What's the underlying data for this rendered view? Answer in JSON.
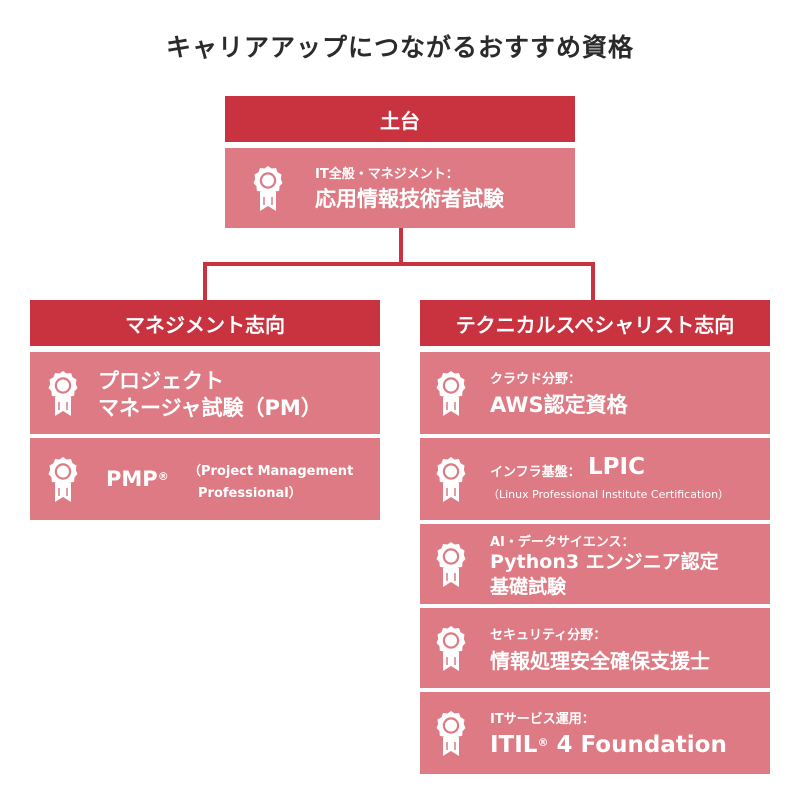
{
  "title": "キャリアアップにつながるおすすめ資格",
  "colors": {
    "header": "#c9333f",
    "card": "#dd7a83",
    "title": "#2b2b2b"
  },
  "icon": "medal-icon",
  "foundation": {
    "label": "土台",
    "card": {
      "sub": "IT全般・マネジメント：",
      "name": "応用情報技術者試験"
    }
  },
  "management": {
    "label": "マネジメント志向",
    "cards": [
      {
        "name_line1": "プロジェクト",
        "name_line2": "マネージャ試験（PM）"
      },
      {
        "name": "PMP",
        "reg": "®",
        "note_line1": "（Project Management",
        "note_line2": "Professional）"
      }
    ]
  },
  "technical": {
    "label": "テクニカルスペシャリスト志向",
    "cards": [
      {
        "sub": "クラウド分野：",
        "name": "AWS認定資格"
      },
      {
        "sub": "インフラ基盤：",
        "name": "LPIC",
        "note": "（Linux Professional Institute Certification）"
      },
      {
        "sub": "AI・データサイエンス：",
        "name_line1": "Python3 エンジニア認定",
        "name_line2": "基礎試験"
      },
      {
        "sub": "セキュリティ分野：",
        "name": "情報処理安全確保支援士"
      },
      {
        "sub": "ITサービス運用：",
        "name_pre": "ITIL",
        "reg": "®",
        "name_post": " 4 Foundation"
      }
    ]
  }
}
